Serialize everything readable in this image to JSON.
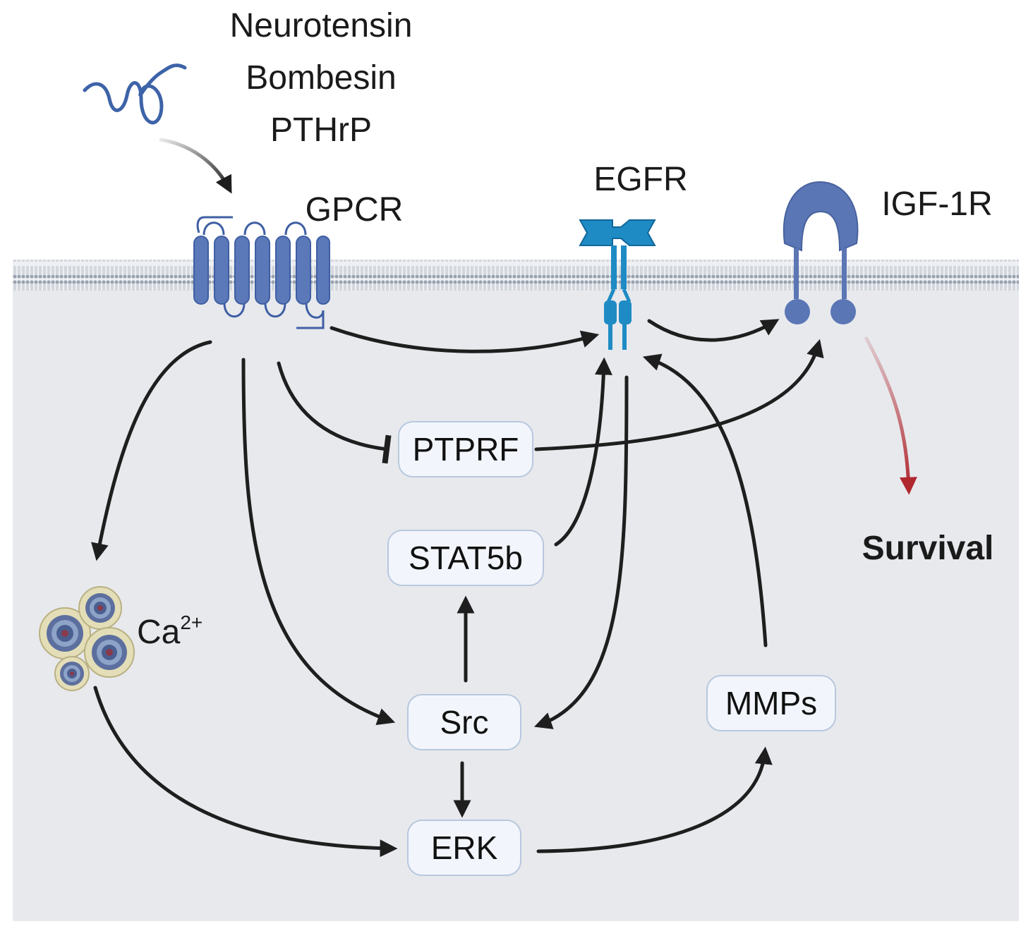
{
  "ligands": {
    "line1": "Neurotensin",
    "line2": "Bombesin",
    "line3": "PTHrP"
  },
  "receptors": {
    "gpcr": "GPCR",
    "egfr": "EGFR",
    "igf1r": "IGF-1R"
  },
  "nodes": {
    "ptprf": "PTPRF",
    "stat5b": "STAT5b",
    "src": "Src",
    "erk": "ERK",
    "mmps": "MMPs"
  },
  "calcium": {
    "base": "Ca",
    "superscript": "2+"
  },
  "outcome": {
    "survival": "Survival"
  },
  "colors": {
    "cytoplasm": "#e7e9ed",
    "membrane": "#aeb6c2",
    "gpcr": "#5b78b8",
    "egfr": "#1f8bc4",
    "igf1r": "#5a76b5",
    "ligand": "#3d63a8",
    "survival_arrow": "#b0272e",
    "arrow": "#1e1e1e"
  }
}
